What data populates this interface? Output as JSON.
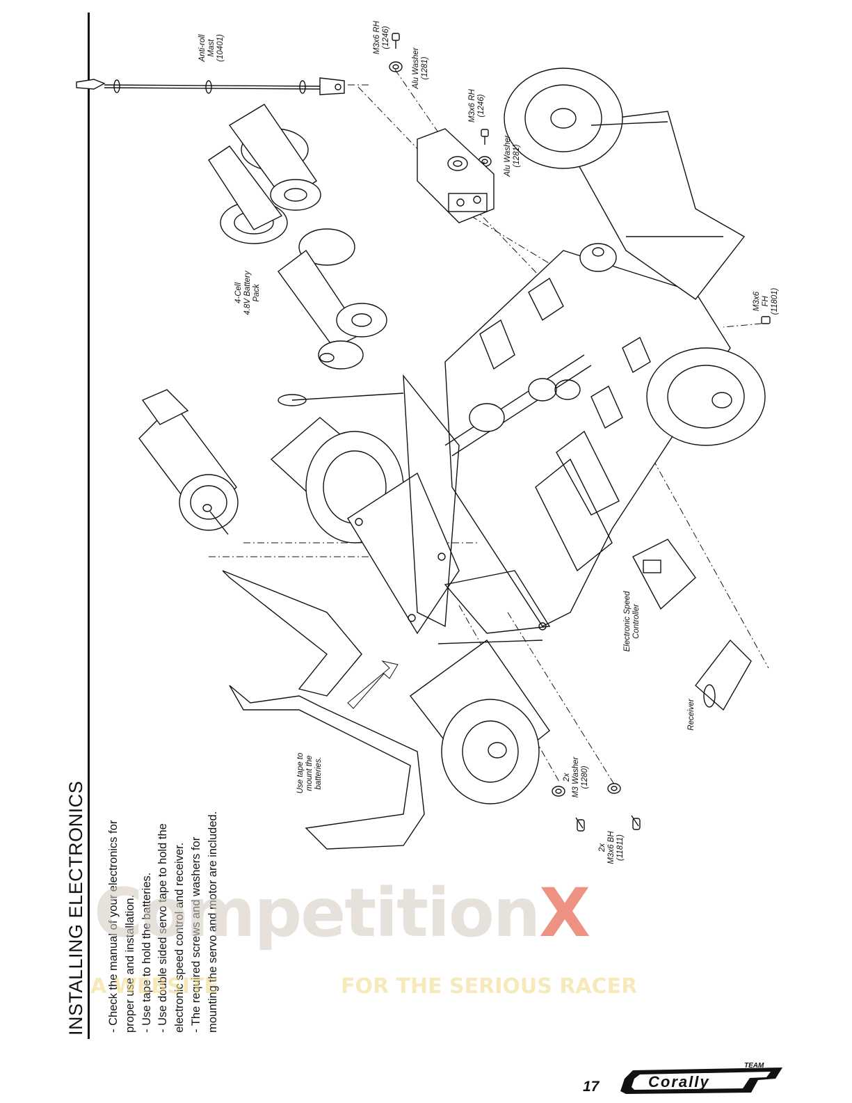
{
  "heading": "INSTALLING ELECTRONICS",
  "instructions": [
    "- Check the manual of your electronics for",
    "   proper use and installation.",
    "- Use tape to hold the batteries.",
    "- Use double sided servo tape to hold the",
    "   electronic speed control and receiver.",
    "- The required screws and washers for",
    "   mounting the servo and motor are included."
  ],
  "labels": {
    "antiroll": [
      "Anti-roll",
      "Mast",
      "(10401)"
    ],
    "rh1": [
      "M3x6 RH",
      "(1246)"
    ],
    "washer1": [
      "Alu Washer",
      "(1281)"
    ],
    "rh2": [
      "M3x6 RH",
      "(1246)"
    ],
    "washer2": [
      "Alu Washer",
      "(1281)"
    ],
    "battery": [
      "4-Cell",
      "4.8V Battery",
      "Pack"
    ],
    "fh": [
      "M3x6",
      "FH",
      "(11801)"
    ],
    "esc": [
      "Electronic Speed",
      "Controller"
    ],
    "receiver": [
      "Receiver"
    ],
    "tape": [
      "Use tape to",
      "mount the",
      "batteries."
    ],
    "m3washer": [
      "2x",
      "M3 Washer",
      "(1280)"
    ],
    "bh": [
      "2x",
      "M3x6 BH",
      "(11811)"
    ]
  },
  "watermark": {
    "brand": "CompetitionX",
    "tagline_left": "A WEBSITE",
    "tagline_right": "FOR THE SERIOUS RACER",
    "accent": "#e03a1e"
  },
  "footer": {
    "page_number": "17",
    "logo_small": "TEAM",
    "logo_main": "Corally"
  }
}
